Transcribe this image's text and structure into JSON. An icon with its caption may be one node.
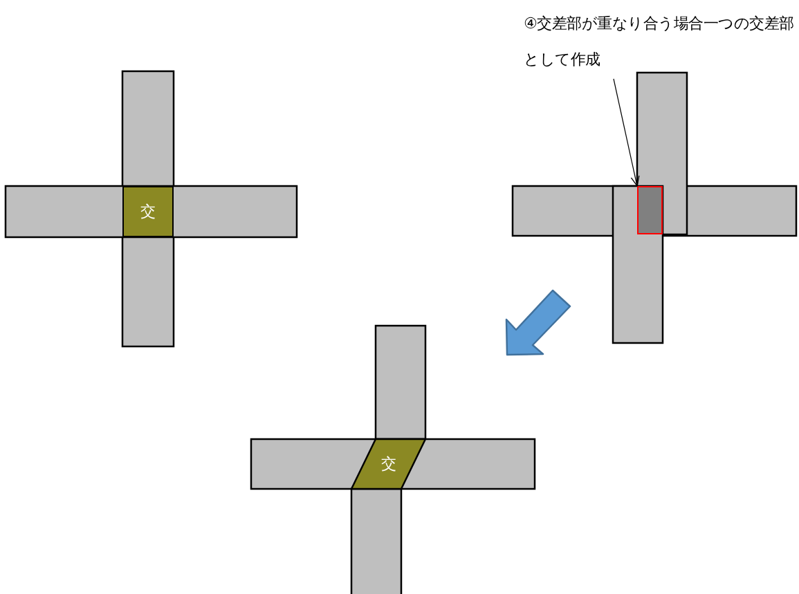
{
  "diagram": {
    "nodes": [
      {
        "text": [
          "④交差部が重なり合う場合一つの交差部として作成"
        ]
      },
      {
        "text": [],
        "shape": "box"
      },
      {
        "text": [
          "交"
        ]
      },
      {
        "text": [
          "交"
        ]
      }
    ],
    "edges": [
      {
        "from": 0,
        "to": 1,
        "arrow": "to"
      }
    ]
  }
}
